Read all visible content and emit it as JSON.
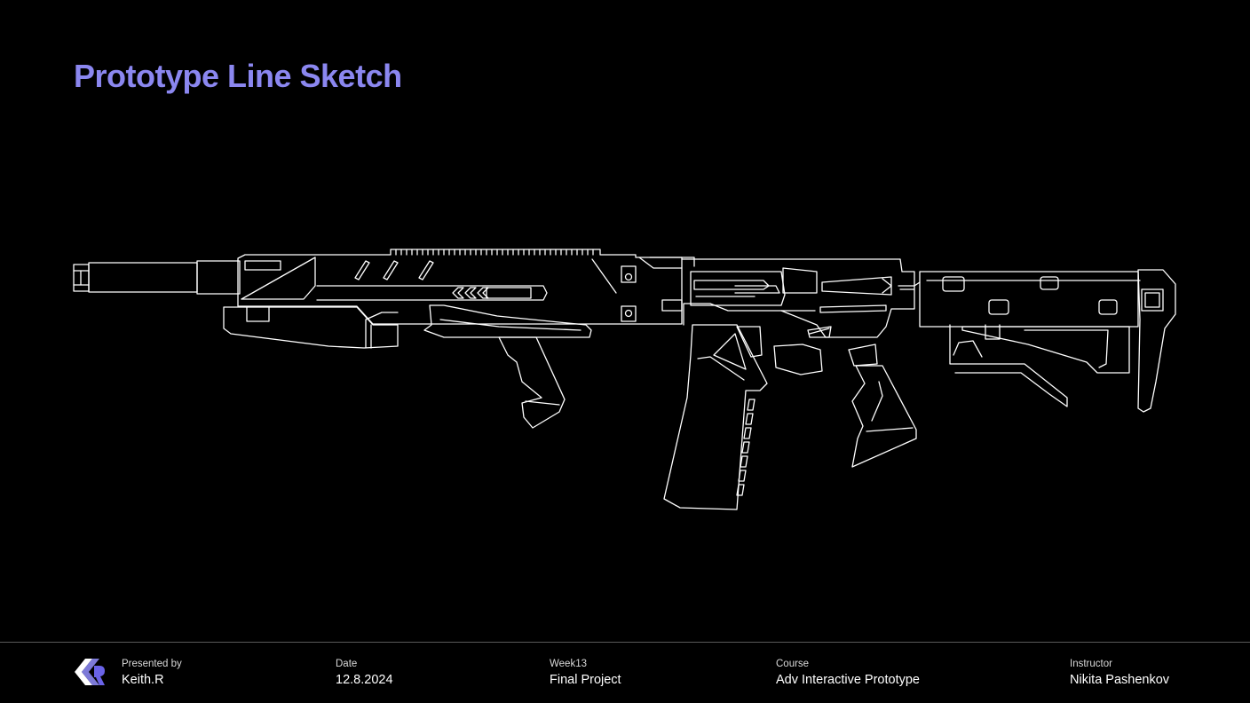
{
  "slide": {
    "title": "Prototype Line Sketch",
    "accent_color": "#8b87f0"
  },
  "sketch": {
    "subject": "rifle-line-drawing",
    "stroke_color": "#ffffff"
  },
  "footer": {
    "logo": "kr-monogram-logo",
    "presented_by": {
      "label": "Presented by",
      "value": "Keith.R"
    },
    "date": {
      "label": "Date",
      "value": "12.8.2024"
    },
    "week": {
      "label": "Week13",
      "value": "Final Project"
    },
    "course": {
      "label": "Course",
      "value": "Adv Interactive Prototype"
    },
    "instructor": {
      "label": "Instructor",
      "value": "Nikita Pashenkov"
    }
  }
}
